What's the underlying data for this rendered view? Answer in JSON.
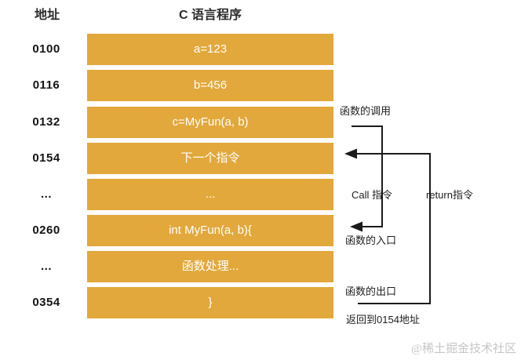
{
  "header": {
    "address_col": "地址",
    "program_col": "C 语言程序"
  },
  "rows": [
    {
      "address": "0100",
      "code": "a=123"
    },
    {
      "address": "0116",
      "code": "b=456"
    },
    {
      "address": "0132",
      "code": "c=MyFun(a, b)"
    },
    {
      "address": "0154",
      "code": "下一个指令"
    },
    {
      "address": "...",
      "code": "..."
    },
    {
      "address": "0260",
      "code": "int MyFun(a, b){"
    },
    {
      "address": "...",
      "code": "函数处理..."
    },
    {
      "address": "0354",
      "code": "}"
    }
  ],
  "annotations": {
    "call_label": "函数的调用",
    "call_instruction": "Call 指令",
    "return_instruction": "return指令",
    "entry_label": "函数的入口",
    "exit_label": "函数的出口",
    "return_note": "返回到0154地址"
  },
  "watermark": "@稀土掘金技术社区",
  "colors": {
    "bar": "#E2A83C",
    "bar_text": "#FFFFFF",
    "line": "#1B1B1B",
    "text": "#1E1E1E",
    "watermark": "#C6C6C6",
    "bg": "#FFFFFF"
  }
}
